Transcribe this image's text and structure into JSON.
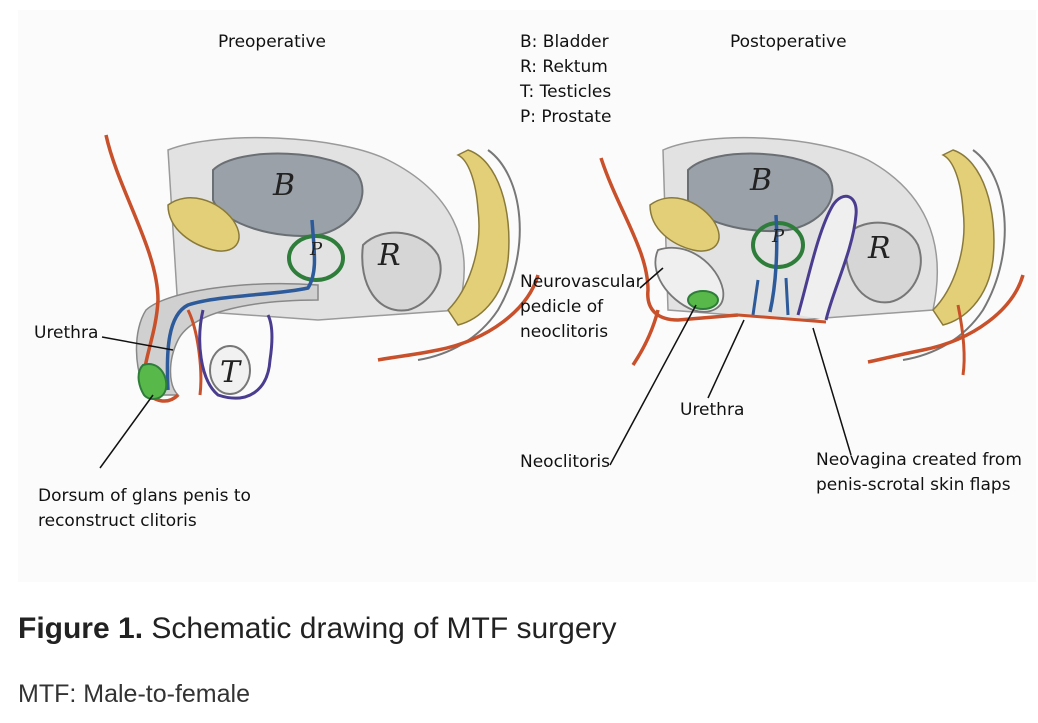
{
  "panels": {
    "left_title": "Preoperative",
    "right_title": "Postoperative"
  },
  "legend": {
    "items": [
      "B: Bladder",
      "R: Rektum",
      "T: Testicles",
      "P: Prostate"
    ]
  },
  "drawing_letters": {
    "bladder": "B",
    "rectum": "R",
    "testicles": "T",
    "prostate": "P"
  },
  "labels": {
    "urethra_left": "Urethra",
    "dorsum": [
      "Dorsum of glans penis to",
      "reconstruct clitoris"
    ],
    "neurovascular": [
      "Neurovascular",
      "pedicle of",
      "neoclitoris"
    ],
    "urethra_right": "Urethra",
    "neoclitoris": "Neoclitoris",
    "neovagina": [
      "Neovagina created from",
      "penis-scrotal skin flaps"
    ]
  },
  "caption": {
    "prefix": "Figure 1.",
    "text": "Schematic drawing of MTF surgery"
  },
  "footnote": "MTF: Male-to-female",
  "colors": {
    "skin_outline": "#c8502a",
    "bone": "#e3cf78",
    "bladder": "#9aa1a8",
    "prostate": "#2f7d3a",
    "urethra": "#2c5a9a",
    "neovagina": "#4a3d8f",
    "neoclitoris": "#58b84a"
  }
}
